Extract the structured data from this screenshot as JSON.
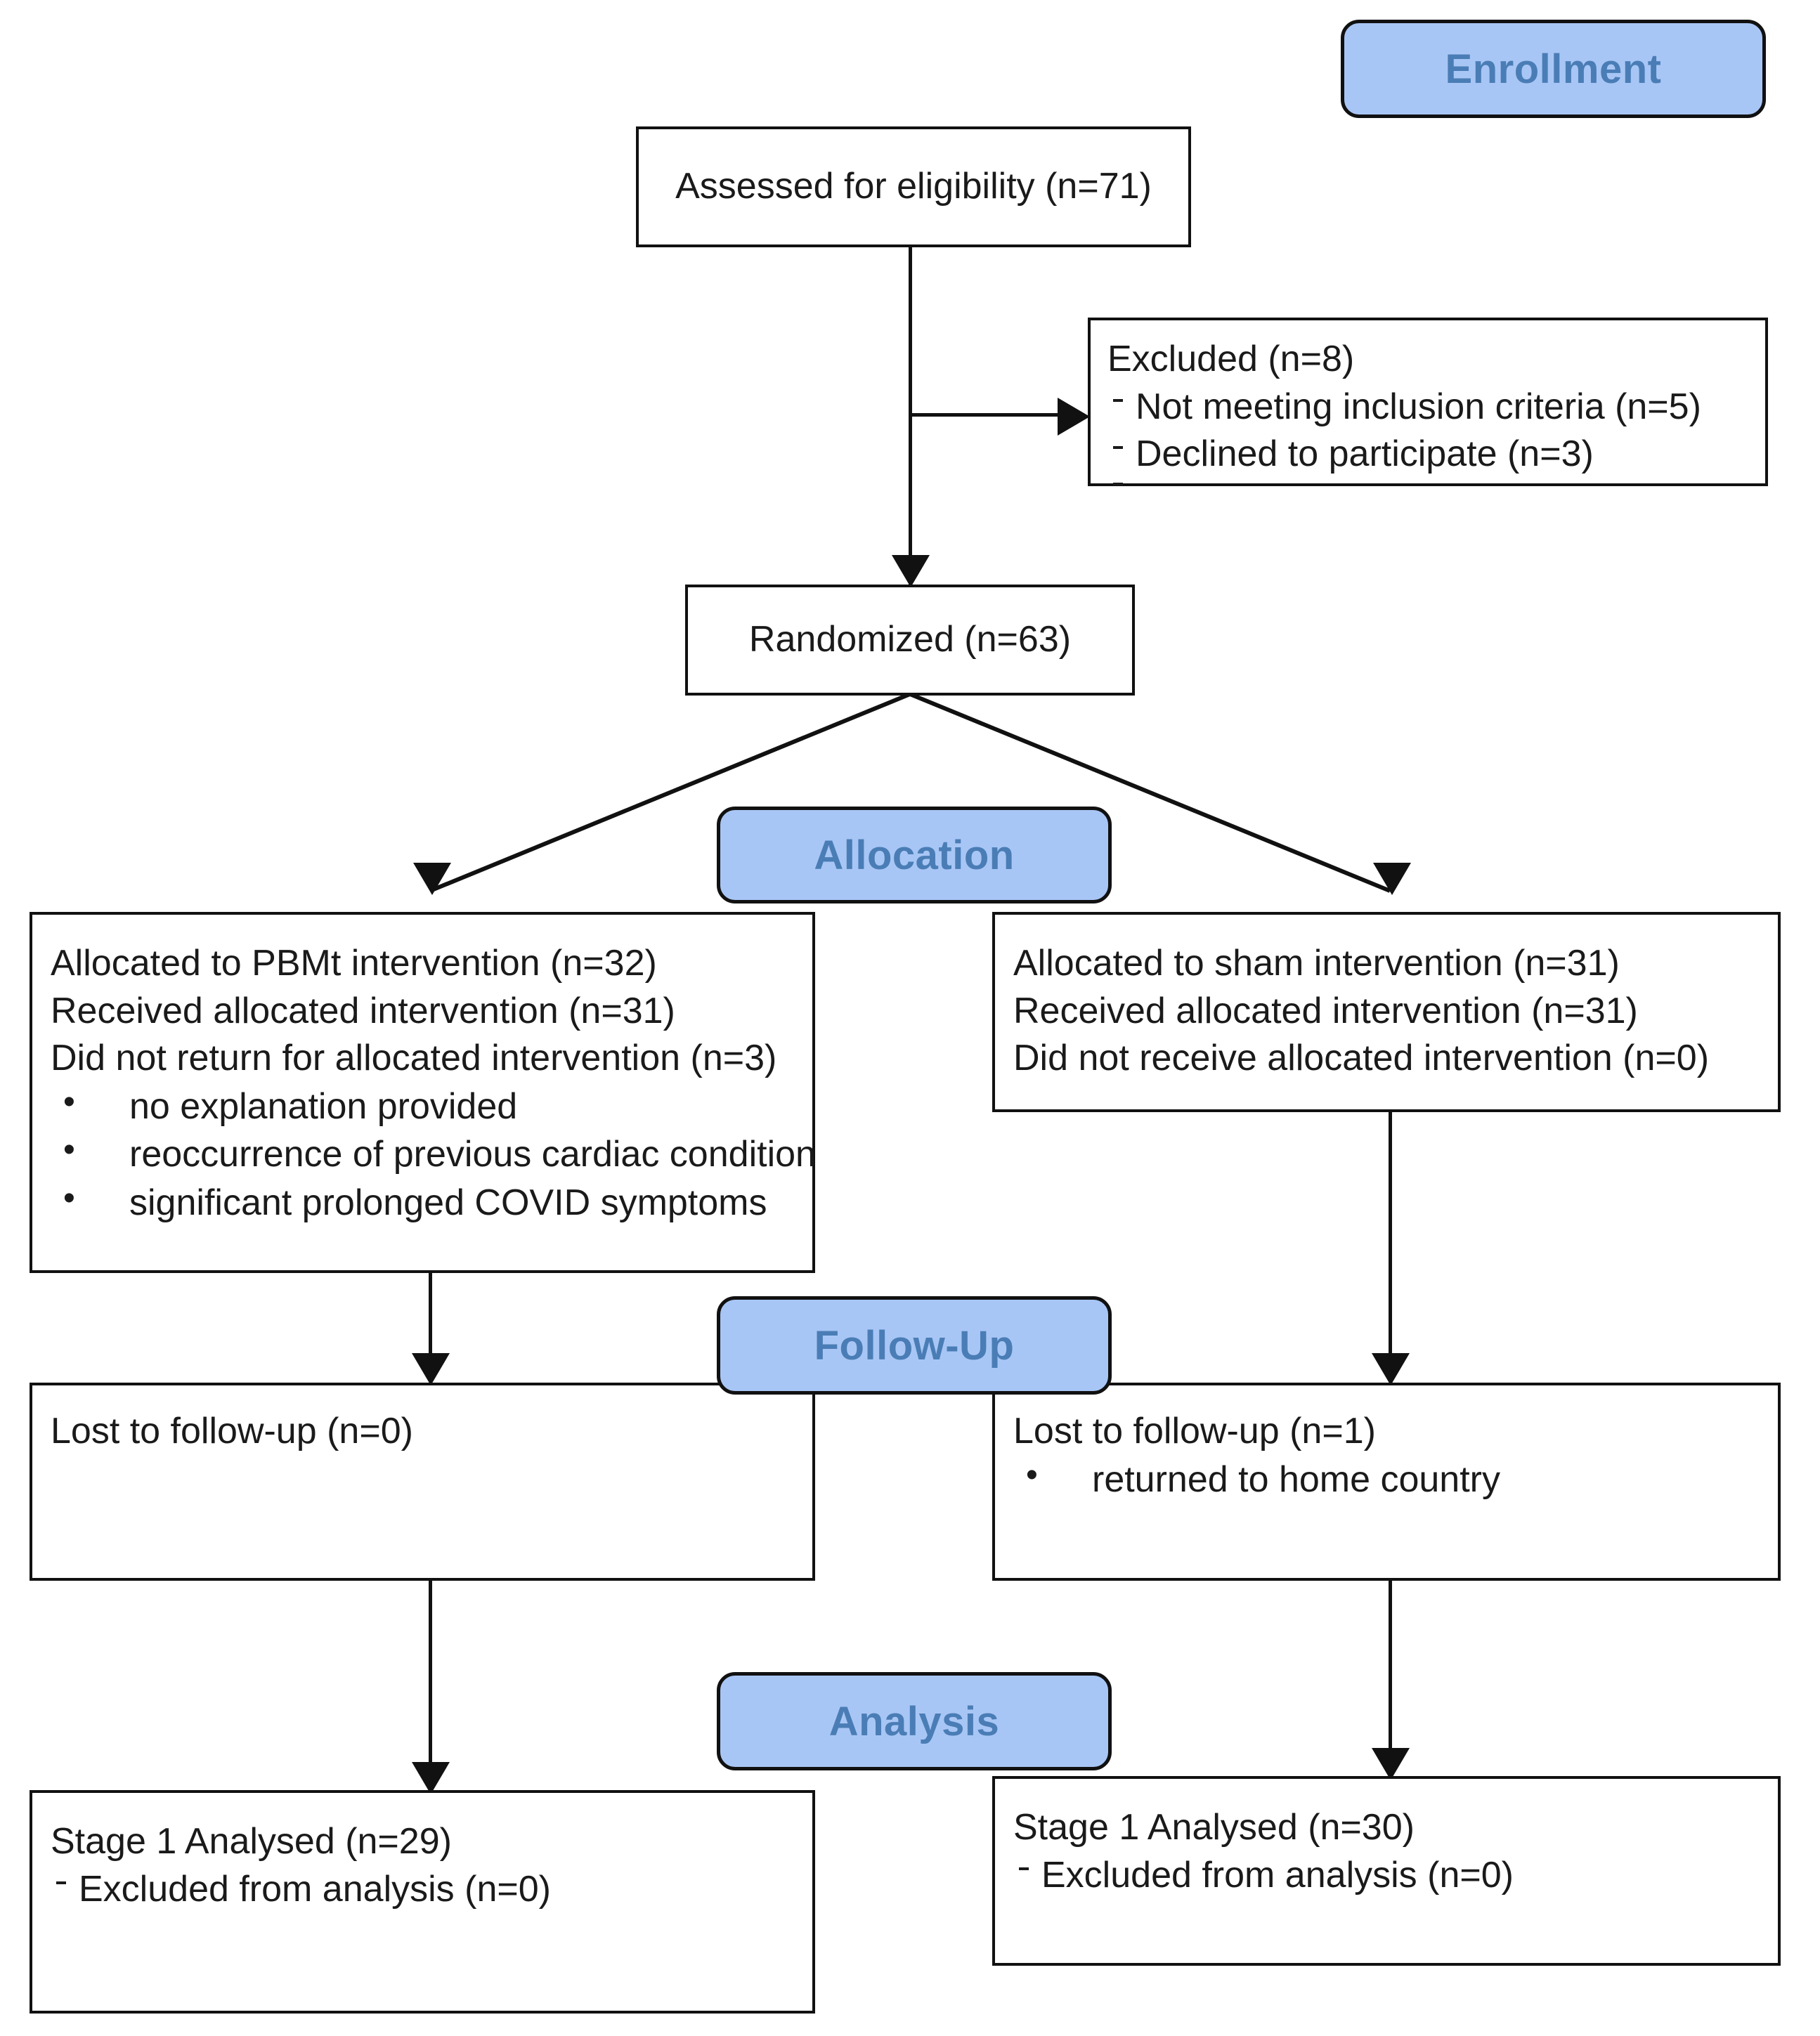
{
  "diagram": {
    "title": "CONSORT participant flow diagram",
    "accent_blue_fill": "#A8C6F5",
    "accent_blue_text": "#4A7DB5",
    "line_color": "#111111",
    "box_fill": "#FFFFFF"
  },
  "stages": {
    "enrollment": "Enrollment",
    "allocation": "Allocation",
    "followup": "Follow-Up",
    "analysis": "Analysis"
  },
  "enrollment": {
    "assessed": "Assessed for eligibility (n=71)",
    "excluded": {
      "heading": "Excluded (n=8)",
      "reasons": [
        "Not meeting inclusion criteria (n=5)",
        "Declined to participate (n=3)"
      ]
    },
    "randomized": "Randomized (n=63)"
  },
  "allocation": {
    "left": {
      "lines": [
        "Allocated to PBMt intervention (n=32)",
        "Received allocated intervention (n=31)",
        "Did not return for allocated intervention (n=3)"
      ],
      "bullets": [
        "no explanation provided",
        "reoccurrence of previous cardiac condition",
        "significant prolonged COVID symptoms"
      ]
    },
    "right": {
      "lines": [
        "Allocated to sham intervention (n=31)",
        "Received allocated intervention (n=31)",
        "Did not receive allocated intervention (n=0)"
      ],
      "bullets": []
    }
  },
  "followup": {
    "left": {
      "lines": [
        "Lost to follow-up (n=0)"
      ],
      "bullets": []
    },
    "right": {
      "lines": [
        "Lost to follow-up (n=1)"
      ],
      "bullets": [
        "returned to home country"
      ]
    }
  },
  "analysis": {
    "left": {
      "heading": "Stage 1 Analysed (n=29)",
      "dash_lines": [
        "Excluded from analysis (n=0)"
      ]
    },
    "right": {
      "heading": "Stage 1 Analysed (n=30)",
      "dash_lines": [
        "Excluded from analysis (n=0)"
      ]
    }
  }
}
